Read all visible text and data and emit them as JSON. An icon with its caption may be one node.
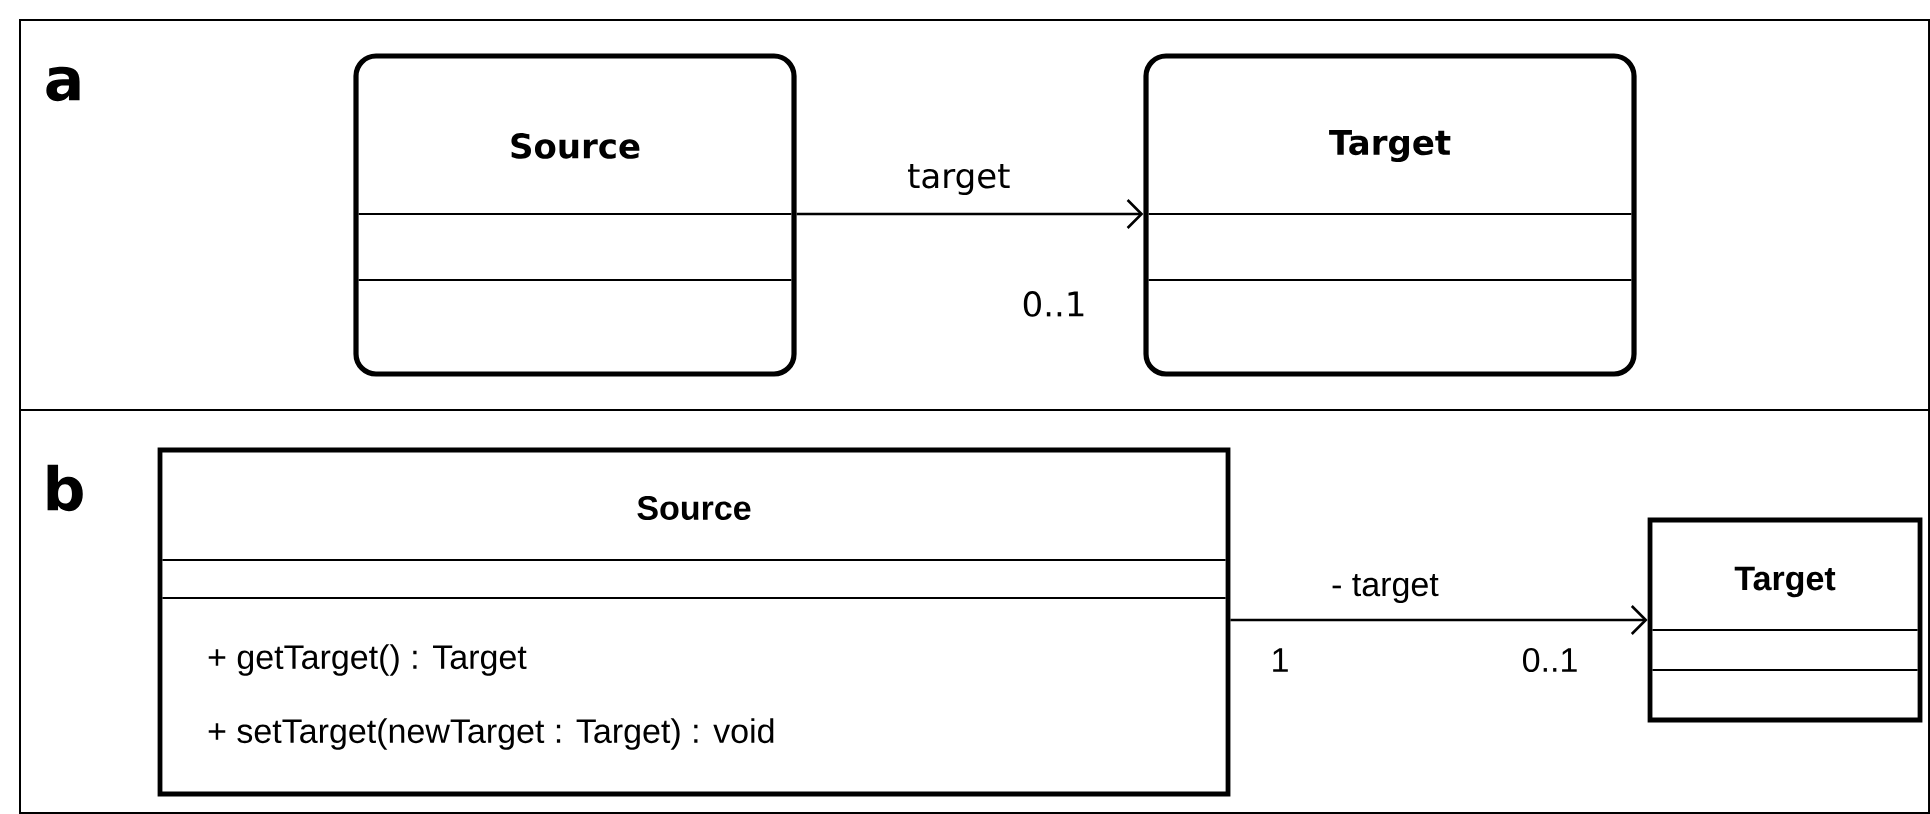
{
  "diagram": {
    "nodes": [
      {
        "text": [
          "Source"
        ]
      },
      {
        "text": [
          "Target"
        ]
      },
      {
        "text": [
          "Source",
          "+ getTarget() : Target",
          "+ setTarget(newTarget : Target) : void"
        ]
      },
      {
        "text": [
          "Target"
        ]
      }
    ],
    "edges": [
      {
        "from": 0,
        "to": 1,
        "arrow": "to",
        "label": "target"
      },
      {
        "from": 2,
        "to": 3,
        "arrow": "to",
        "label": "- target"
      }
    ],
    "labels": [
      "a",
      "0..1",
      "b",
      "1",
      "0..1"
    ]
  }
}
